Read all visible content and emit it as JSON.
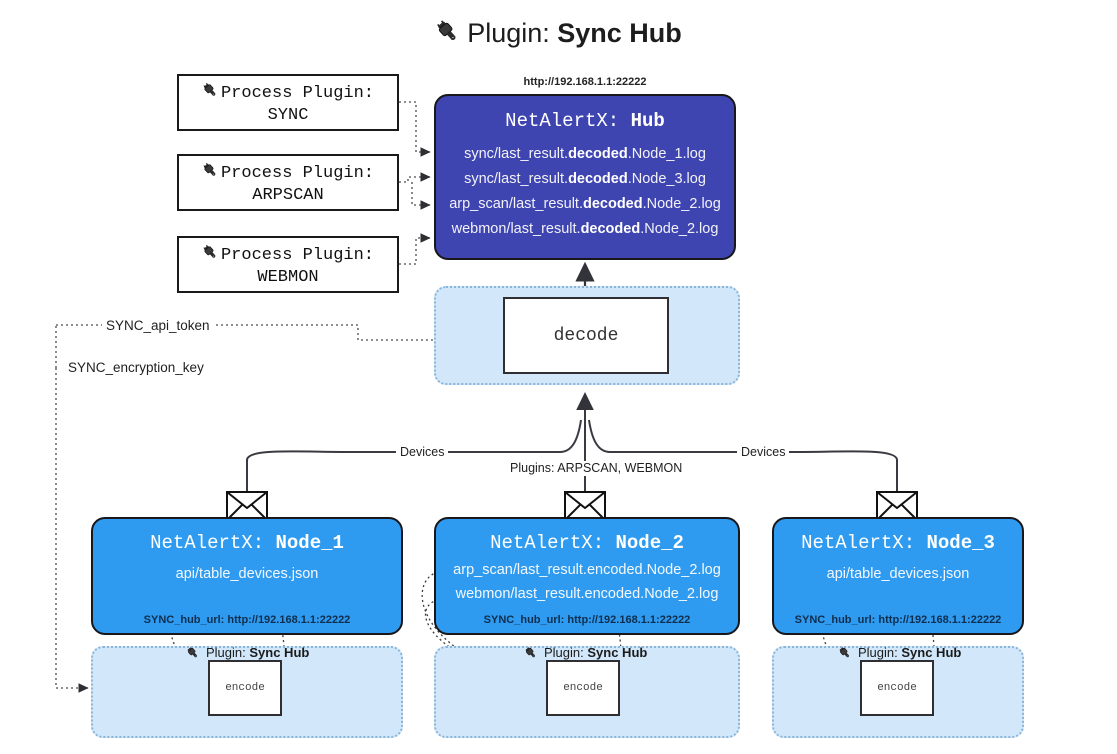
{
  "page": {
    "title_prefix": "Plugin: ",
    "title_name": "Sync Hub",
    "plug_icon": "plug-icon"
  },
  "colors": {
    "hub_fill": "#3f45b0",
    "node_fill": "#2f9bf0",
    "container_fill": "#d2e8fa",
    "container_border": "#8ab4d8",
    "outline": "#17171c",
    "background": "#ffffff"
  },
  "process_plugins": [
    {
      "line1": "Process Plugin:",
      "line2": "SYNC"
    },
    {
      "line1": "Process Plugin:",
      "line2": "ARPSCAN"
    },
    {
      "line1": "Process Plugin:",
      "line2": "WEBMON"
    }
  ],
  "hub": {
    "url": "http://192.168.1.1:22222",
    "title_prefix": "NetAlertX: ",
    "title_name": "Hub",
    "logs": [
      {
        "pre": "sync/last_result.",
        "em": "decoded",
        "post": ".Node_1.log"
      },
      {
        "pre": "sync/last_result.",
        "em": "decoded",
        "post": ".Node_3.log"
      },
      {
        "pre": "arp_scan/last_result.",
        "em": "decoded",
        "post": ".Node_2.log"
      },
      {
        "pre": "webmon/last_result.",
        "em": "decoded",
        "post": ".Node_2.log"
      }
    ]
  },
  "decode": {
    "label": "decode"
  },
  "variables": [
    {
      "name": "SYNC_api_token"
    },
    {
      "name": "SYNC_encryption_key"
    }
  ],
  "edge_labels": {
    "devices_left": "Devices",
    "devices_right": "Devices",
    "plugins_center": "Plugins: ARPSCAN, WEBMON"
  },
  "nodes": [
    {
      "title_prefix": "NetAlertX: ",
      "title_name": "Node_1",
      "rows": [
        "api/table_devices.json"
      ],
      "footer": "SYNC_hub_url: http://192.168.1.1:22222"
    },
    {
      "title_prefix": "NetAlertX: ",
      "title_name": "Node_2",
      "rows": [
        "arp_scan/last_result.encoded.Node_2.log",
        "webmon/last_result.encoded.Node_2.log"
      ],
      "footer": "SYNC_hub_url: http://192.168.1.1:22222"
    },
    {
      "title_prefix": "NetAlertX: ",
      "title_name": "Node_3",
      "rows": [
        "api/table_devices.json"
      ],
      "footer": "SYNC_hub_url: http://192.168.1.1:22222"
    }
  ],
  "plugin_containers": [
    {
      "label_prefix": "Plugin: ",
      "label_name": "Sync Hub",
      "encode_label": "encode"
    },
    {
      "label_prefix": "Plugin: ",
      "label_name": "Sync Hub",
      "encode_label": "encode"
    },
    {
      "label_prefix": "Plugin: ",
      "label_name": "Sync Hub",
      "encode_label": "encode"
    }
  ]
}
